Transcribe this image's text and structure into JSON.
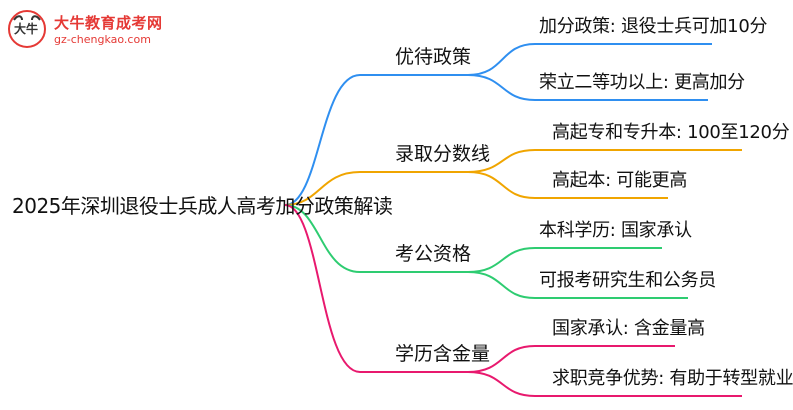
{
  "logo": {
    "title": "大牛教育成考网",
    "url": "gz-chengkao.com",
    "mark_text": "大牛"
  },
  "root": {
    "label": "2025年深圳退役士兵成人高考加分政策解读"
  },
  "branches": [
    {
      "label": "优待政策",
      "color": "#2f8ff0",
      "leaves": [
        "加分政策: 退役士兵可加10分",
        "荣立二等功以上: 更高加分"
      ]
    },
    {
      "label": "录取分数线",
      "color": "#f0a500",
      "leaves": [
        "高起专和专升本: 100至120分",
        "高起本: 可能更高"
      ]
    },
    {
      "label": "考公资格",
      "color": "#2ecc71",
      "leaves": [
        "本科学历: 国家承认",
        "可报考研究生和公务员"
      ]
    },
    {
      "label": "学历含金量",
      "color": "#e8196e",
      "leaves": [
        "国家承认: 含金量高",
        "求职竞争优势: 有助于转型就业"
      ]
    }
  ]
}
